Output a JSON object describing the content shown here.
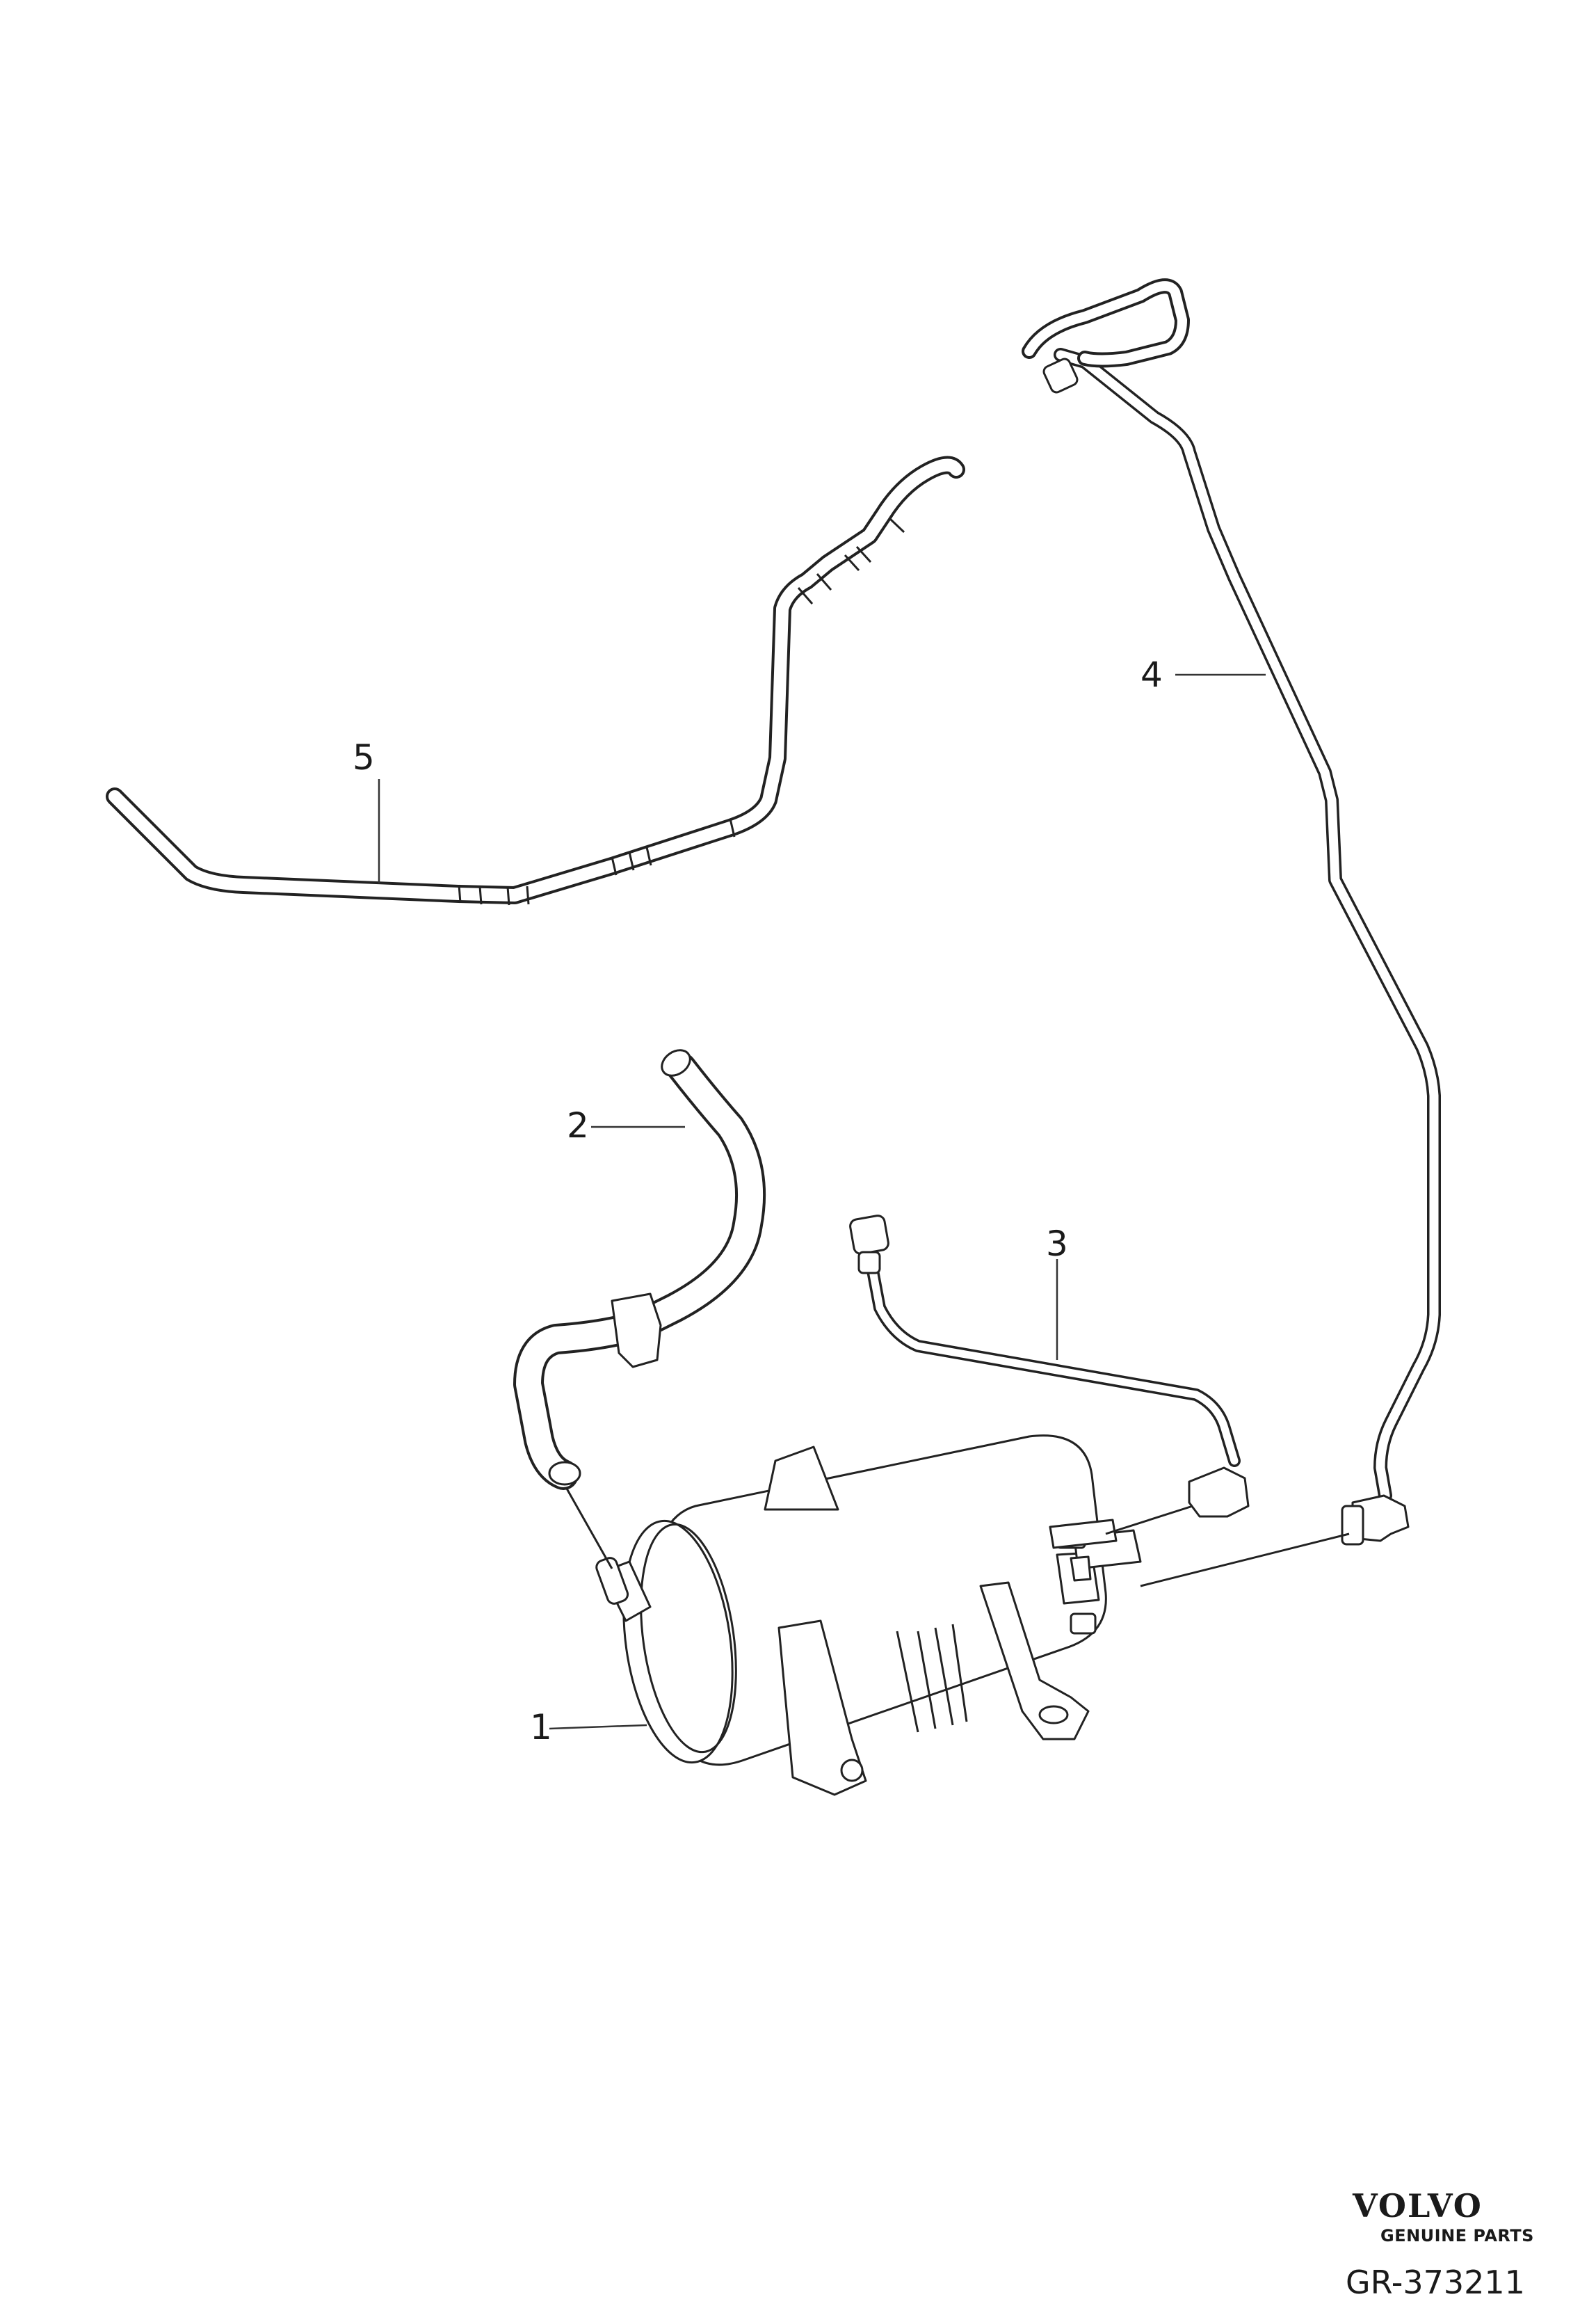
{
  "callouts": [
    {
      "id": "1",
      "text": "1"
    },
    {
      "id": "2",
      "text": "2"
    },
    {
      "id": "3",
      "text": "3"
    },
    {
      "id": "4",
      "text": "4"
    },
    {
      "id": "5",
      "text": "5"
    }
  ],
  "brand": {
    "logo": "VOLVO",
    "subtitle": "GENUINE PARTS"
  },
  "drawing_code": "GR-373211"
}
